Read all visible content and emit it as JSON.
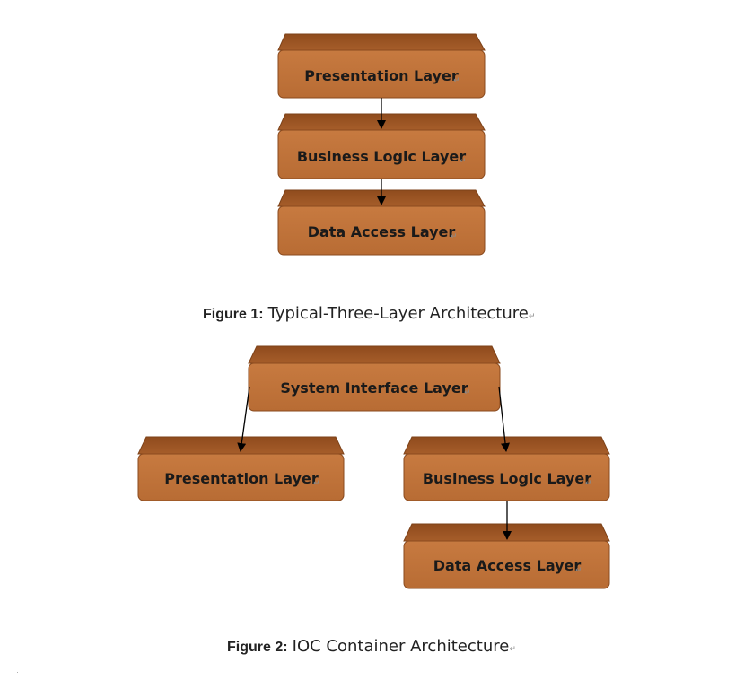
{
  "figure1": {
    "boxes": {
      "presentation": "Presentation Layer",
      "business": "Business Logic Layer",
      "data_access": "Data Access Layer"
    },
    "caption": {
      "number": "Figure 1:",
      "text": "Typical-Three-Layer Architecture"
    }
  },
  "figure2": {
    "boxes": {
      "system_interface": "System Interface Layer",
      "presentation": "Presentation Layer",
      "business": "Business Logic Layer",
      "data_access": "Data Access Layer"
    },
    "caption": {
      "number": "Figure 2:",
      "text": "IOC Container Architecture"
    }
  },
  "paragraph_mark": "↵",
  "colors": {
    "box_front": "#c0733a",
    "box_top": "#9a5322",
    "box_top_highlight": "#a85e2b",
    "box_edge": "#7d4219",
    "arrow": "#000000",
    "text": "#1a1a1a"
  }
}
